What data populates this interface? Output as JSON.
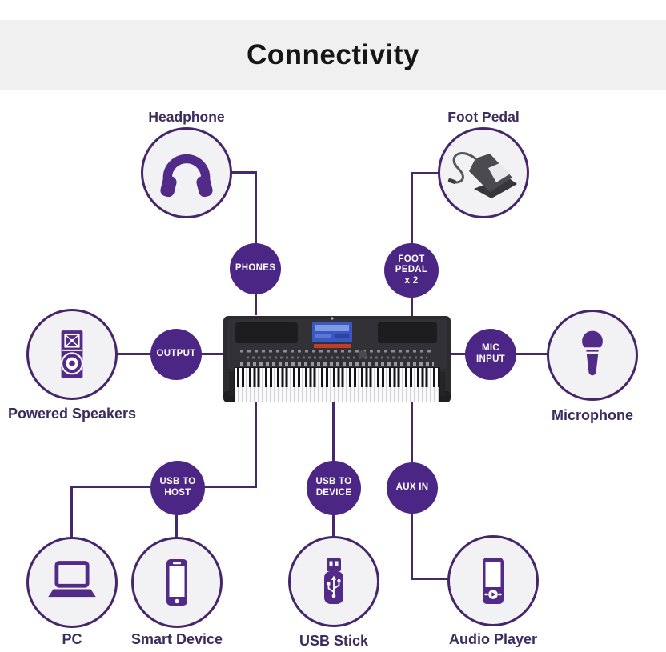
{
  "title": "Connectivity",
  "devices": {
    "headphone": {
      "label": "Headphone",
      "icon": "headphone-icon"
    },
    "foot_pedal": {
      "label": "Foot Pedal",
      "icon": "foot-pedal-icon"
    },
    "powered_speakers": {
      "label": "Powered Speakers",
      "icon": "powered-speaker-icon"
    },
    "microphone": {
      "label": "Microphone",
      "icon": "microphone-icon"
    },
    "pc": {
      "label": "PC",
      "icon": "laptop-icon"
    },
    "smart_device": {
      "label": "Smart Device",
      "icon": "smartphone-icon"
    },
    "usb_stick": {
      "label": "USB Stick",
      "icon": "usb-stick-icon"
    },
    "audio_player": {
      "label": "Audio Player",
      "icon": "audio-player-icon"
    }
  },
  "ports": {
    "phones": {
      "line1": "PHONES"
    },
    "foot_pedal_x2": {
      "line1": "FOOT",
      "line2": "PEDAL",
      "line3": "x 2"
    },
    "output": {
      "line1": "OUTPUT"
    },
    "mic_input": {
      "line1": "MIC",
      "line2": "INPUT"
    },
    "usb_to_host": {
      "line1": "USB TO",
      "line2": "HOST"
    },
    "usb_to_device": {
      "line1": "USB TO",
      "line2": "DEVICE"
    },
    "aux_in": {
      "line1": "AUX IN"
    }
  },
  "center_device": {
    "icon": "arranger-keyboard-image"
  },
  "colors": {
    "badge_purple": "#4b2684",
    "icon_purple": "#522a87",
    "line_purple": "#46296d",
    "label_text": "#3b2c5e",
    "header_bg": "#f0f0f0",
    "circle_fill": "#f2f1f3"
  }
}
